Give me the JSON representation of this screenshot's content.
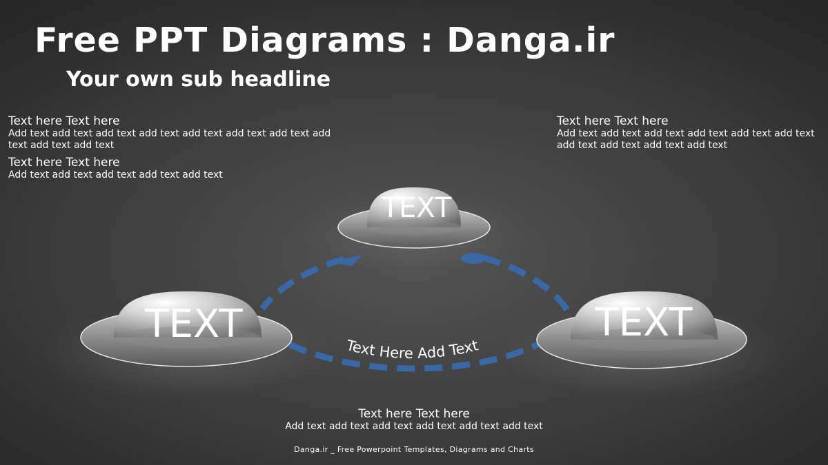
{
  "title": "Free PPT Diagrams : Danga.ir",
  "subtitle": "Your own sub headline",
  "blocks": [
    {
      "heading": "Text here Text here",
      "body": "Add text add text add text add text add text add text add text add text add text add text"
    },
    {
      "heading": "Text here Text here",
      "body": "Add text add text add text add text add text"
    },
    {
      "heading": "Text here Text here",
      "body": "Add text add text add text add text add text add text add text add text add text add text"
    },
    {
      "heading": "Text here Text here",
      "body": "Add text add text add text add text add text add text"
    }
  ],
  "domes": [
    {
      "label": "TEXT"
    },
    {
      "label": "TEXT"
    },
    {
      "label": "TEXT"
    }
  ],
  "cycle_label": "Text Here Add Text",
  "footer": "Danga.ir _ Free Powerpoint Templates, Diagrams and Charts",
  "colors": {
    "accent": "#3a68a4",
    "background": "#3c3c3c"
  }
}
